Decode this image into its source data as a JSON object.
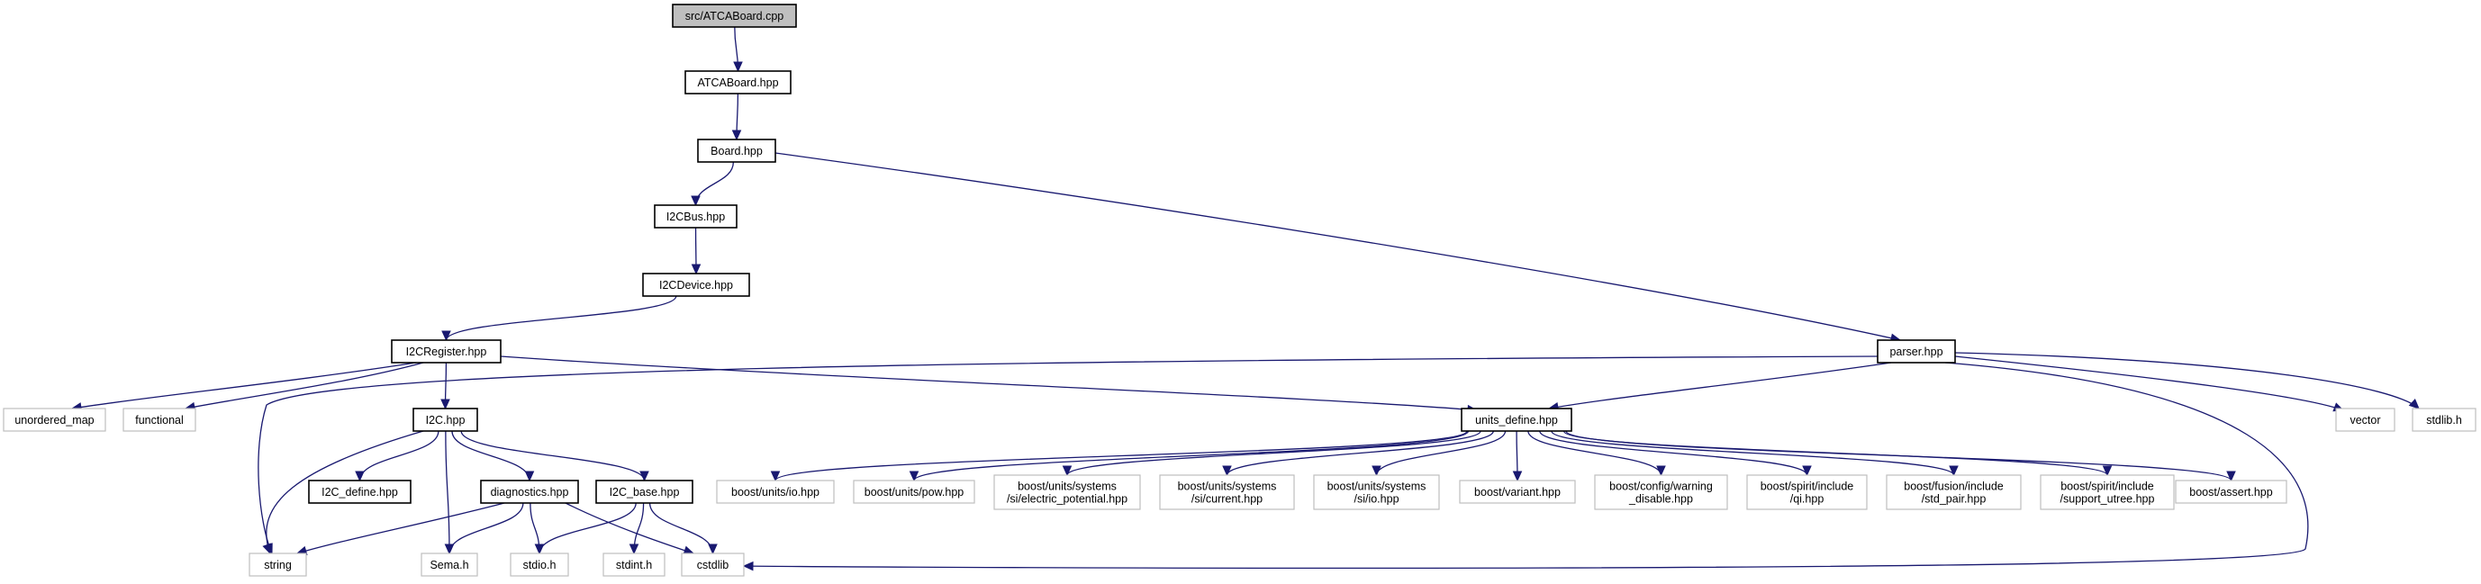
{
  "root_node": "src/ATCABoard.cpp",
  "nodes": {
    "atcaboard_cpp": [
      "src/ATCABoard.cpp"
    ],
    "atcaboard_hpp": [
      "ATCABoard.hpp"
    ],
    "board_hpp": [
      "Board.hpp"
    ],
    "i2cbus_hpp": [
      "I2CBus.hpp"
    ],
    "i2cdevice_hpp": [
      "I2CDevice.hpp"
    ],
    "i2cregister_hpp": [
      "I2CRegister.hpp"
    ],
    "parser_hpp": [
      "parser.hpp"
    ],
    "unordered_map": [
      "unordered_map"
    ],
    "functional": [
      "functional"
    ],
    "i2c_hpp": [
      "I2C.hpp"
    ],
    "units_define_hpp": [
      "units_define.hpp"
    ],
    "vector": [
      "vector"
    ],
    "stdlib_h": [
      "stdlib.h"
    ],
    "i2c_define_hpp": [
      "I2C_define.hpp"
    ],
    "diagnostics_hpp": [
      "diagnostics.hpp"
    ],
    "i2c_base_hpp": [
      "I2C_base.hpp"
    ],
    "string": [
      "string"
    ],
    "sema_h": [
      "Sema.h"
    ],
    "stdio_h": [
      "stdio.h"
    ],
    "stdint_h": [
      "stdint.h"
    ],
    "cstdlib": [
      "cstdlib"
    ],
    "units_io": [
      "boost/units/io.hpp"
    ],
    "units_pow": [
      "boost/units/pow.hpp"
    ],
    "units_si_electric": [
      "boost/units/systems",
      "/si/electric_potential.hpp"
    ],
    "units_si_current": [
      "boost/units/systems",
      "/si/current.hpp"
    ],
    "units_si_io": [
      "boost/units/systems",
      "/si/io.hpp"
    ],
    "boost_variant": [
      "boost/variant.hpp"
    ],
    "boost_warning": [
      "boost/config/warning",
      "_disable.hpp"
    ],
    "spirit_qi": [
      "boost/spirit/include",
      "/qi.hpp"
    ],
    "fusion_std_pair": [
      "boost/fusion/include",
      "/std_pair.hpp"
    ],
    "spirit_utree": [
      "boost/spirit/include",
      "/support_utree.hpp"
    ],
    "boost_assert": [
      "boost/assert.hpp"
    ]
  },
  "edges": [
    [
      "atcaboard_cpp",
      "atcaboard_hpp"
    ],
    [
      "atcaboard_hpp",
      "board_hpp"
    ],
    [
      "board_hpp",
      "i2cbus_hpp"
    ],
    [
      "board_hpp",
      "parser_hpp"
    ],
    [
      "i2cbus_hpp",
      "i2cdevice_hpp"
    ],
    [
      "i2cdevice_hpp",
      "i2cregister_hpp"
    ],
    [
      "i2cregister_hpp",
      "unordered_map"
    ],
    [
      "i2cregister_hpp",
      "functional"
    ],
    [
      "i2cregister_hpp",
      "i2c_hpp"
    ],
    [
      "i2cregister_hpp",
      "units_define_hpp"
    ],
    [
      "parser_hpp",
      "string"
    ],
    [
      "parser_hpp",
      "units_define_hpp"
    ],
    [
      "parser_hpp",
      "vector"
    ],
    [
      "parser_hpp",
      "stdlib_h"
    ],
    [
      "parser_hpp",
      "cstdlib"
    ],
    [
      "i2c_hpp",
      "string"
    ],
    [
      "i2c_hpp",
      "i2c_define_hpp"
    ],
    [
      "i2c_hpp",
      "diagnostics_hpp"
    ],
    [
      "i2c_hpp",
      "i2c_base_hpp"
    ],
    [
      "i2c_hpp",
      "sema_h"
    ],
    [
      "diagnostics_hpp",
      "string"
    ],
    [
      "diagnostics_hpp",
      "sema_h"
    ],
    [
      "diagnostics_hpp",
      "stdio_h"
    ],
    [
      "diagnostics_hpp",
      "cstdlib"
    ],
    [
      "i2c_base_hpp",
      "stdio_h"
    ],
    [
      "i2c_base_hpp",
      "stdint_h"
    ],
    [
      "i2c_base_hpp",
      "cstdlib"
    ],
    [
      "units_define_hpp",
      "units_io"
    ],
    [
      "units_define_hpp",
      "units_pow"
    ],
    [
      "units_define_hpp",
      "units_si_electric"
    ],
    [
      "units_define_hpp",
      "units_si_current"
    ],
    [
      "units_define_hpp",
      "units_si_io"
    ],
    [
      "units_define_hpp",
      "boost_variant"
    ],
    [
      "units_define_hpp",
      "boost_warning"
    ],
    [
      "units_define_hpp",
      "spirit_qi"
    ],
    [
      "units_define_hpp",
      "fusion_std_pair"
    ],
    [
      "units_define_hpp",
      "spirit_utree"
    ],
    [
      "units_define_hpp",
      "boost_assert"
    ]
  ],
  "colors": {
    "edge": "#191970",
    "root_fill": "#bfbfbf",
    "documented_border": "#000000",
    "external_border": "#bfbfbf"
  }
}
